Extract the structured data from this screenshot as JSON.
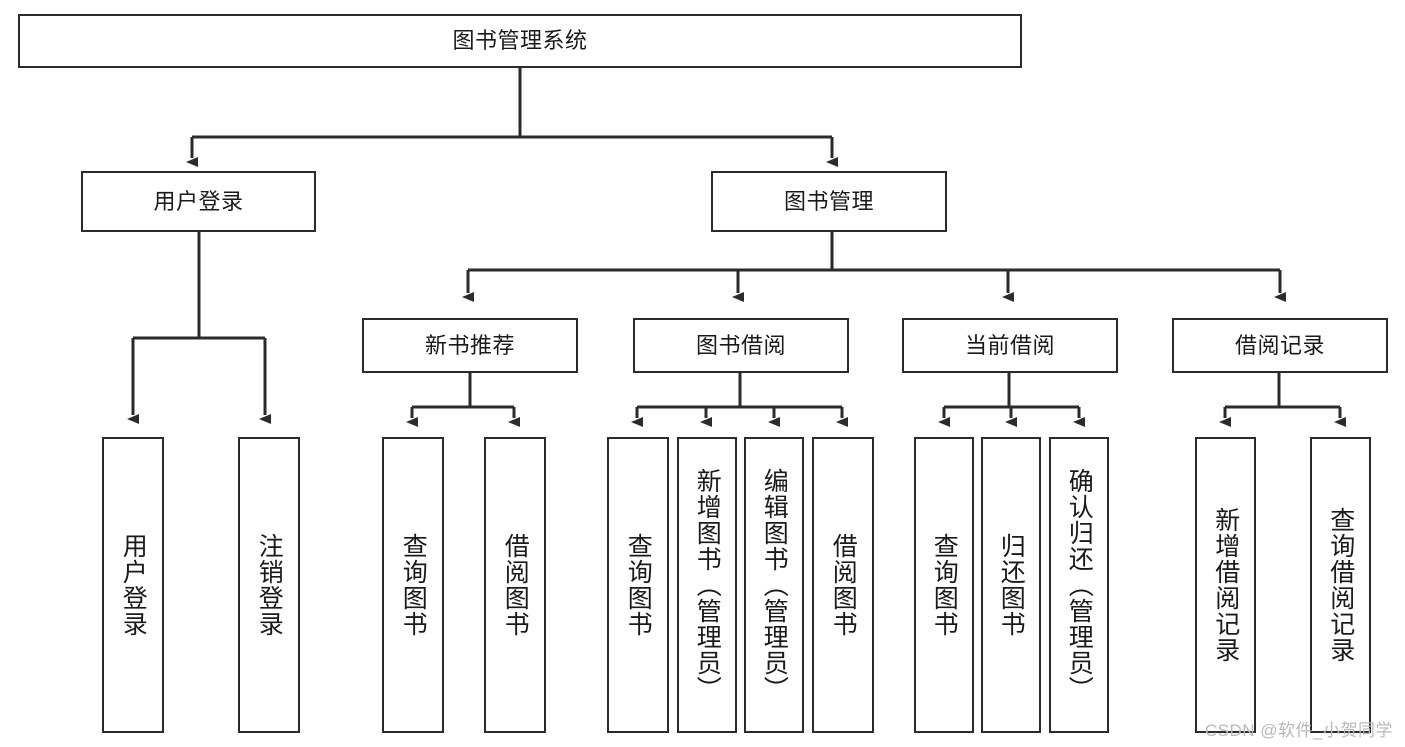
{
  "diagram": {
    "title": "图书管理系统",
    "watermark": "CSDN @软件_小贺同学",
    "stroke_color": "#2b2b2b",
    "background_color": "#ffffff",
    "root": {
      "label": "图书管理系统"
    },
    "level1": [
      {
        "label": "用户登录"
      },
      {
        "label": "图书管理"
      }
    ],
    "level2": [
      {
        "label": "新书推荐"
      },
      {
        "label": "图书借阅"
      },
      {
        "label": "当前借阅"
      },
      {
        "label": "借阅记录"
      }
    ],
    "leaves": [
      {
        "label": "用户登录",
        "parent": "用户登录"
      },
      {
        "label": "注销登录",
        "parent": "用户登录"
      },
      {
        "label": "查询图书",
        "parent": "新书推荐"
      },
      {
        "label": "借阅图书",
        "parent": "新书推荐"
      },
      {
        "label": "查询图书",
        "parent": "图书借阅"
      },
      {
        "label": "新增图书（管理员）",
        "parent": "图书借阅"
      },
      {
        "label": "编辑图书（管理员）",
        "parent": "图书借阅"
      },
      {
        "label": "借阅图书",
        "parent": "图书借阅"
      },
      {
        "label": "查询图书",
        "parent": "当前借阅"
      },
      {
        "label": "归还图书",
        "parent": "当前借阅"
      },
      {
        "label": "确认归还（管理员）",
        "parent": "当前借阅"
      },
      {
        "label": "新增借阅记录",
        "parent": "借阅记录"
      },
      {
        "label": "查询借阅记录",
        "parent": "借阅记录"
      }
    ]
  }
}
